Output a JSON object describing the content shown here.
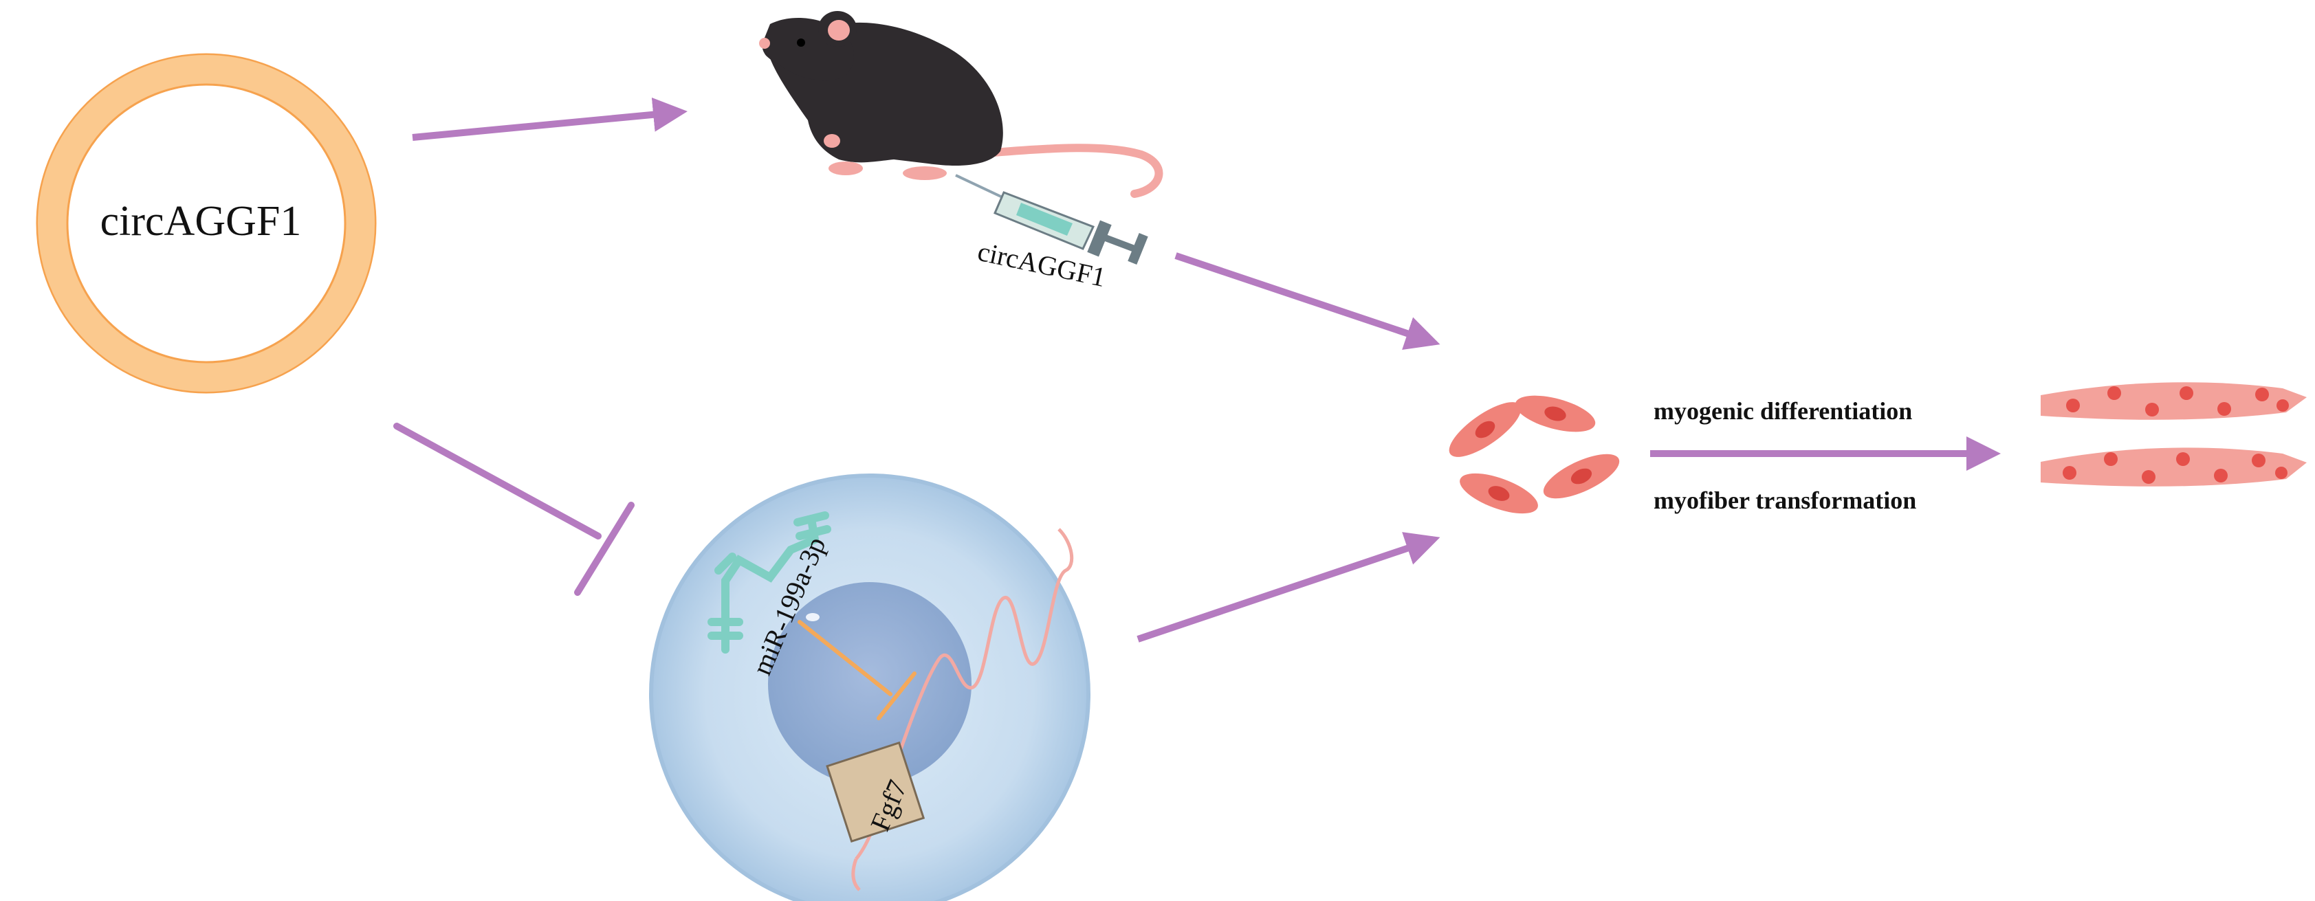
{
  "circle_label": "circAGGF1",
  "syringe_label": "circAGGF1",
  "mirna_label": "miR-199a-3p",
  "target_label": "Fgf7",
  "process_label_top": "myogenic differentiation",
  "process_label_bottom": "myofiber transformation",
  "colors": {
    "arrow": "#b57bc0",
    "ring": "#fbc98e",
    "ring_edge": "#f6a24e",
    "cell_body": "#c9def0",
    "nucleus": "#8fa9d0",
    "mirna": "#7fcfc3",
    "myoblast": "#f0837a",
    "myofiber": "#f36b64",
    "mouse": "#2f2b2e"
  }
}
